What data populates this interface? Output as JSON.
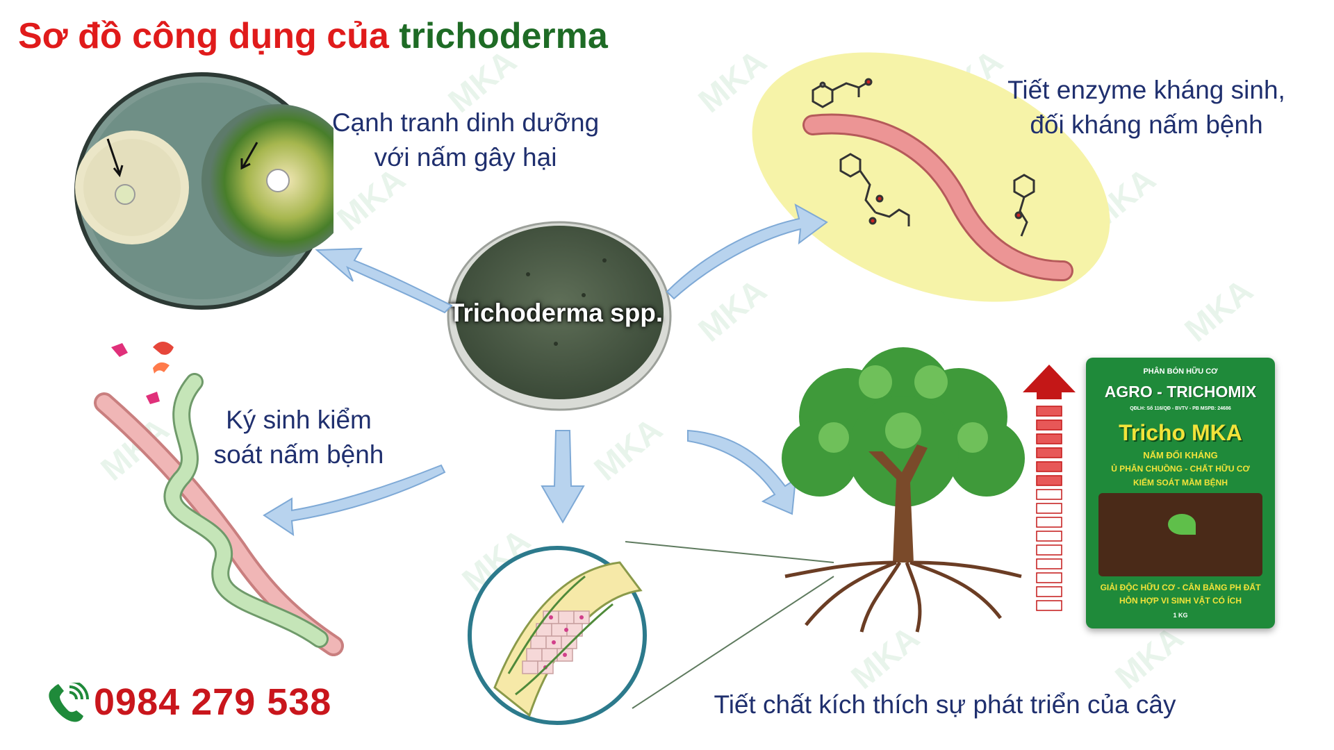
{
  "title": {
    "part1": "Sơ đồ công dụng của",
    "part2": "trichoderma",
    "color1": "#e01b1b",
    "color2": "#1e6b25"
  },
  "center": {
    "label": "Trichoderma spp."
  },
  "labels": {
    "competition": [
      "Cạnh tranh dinh dưỡng",
      "với nấm gây hại"
    ],
    "enzyme": [
      "Tiết enzyme kháng sinh,",
      "đối kháng nấm bệnh"
    ],
    "parasitism": [
      "Ký sinh kiểm",
      "soát nấm bệnh"
    ],
    "growth": "Tiết chất kích thích sự phát triển của cây"
  },
  "phone": {
    "number": "0984 279 538",
    "icon": "phone-ringing-icon",
    "color": "#c9161c"
  },
  "package": {
    "top_label": "PHÂN BÓN HỮU CƠ",
    "brand": "AGRO - TRICHOMIX",
    "reg_line": "QĐLH: Số 116/QĐ - BVTV - PB          MSPB: 24686",
    "product": "Tricho MKA",
    "line1": "NẤM ĐỐI KHÁNG",
    "line2": "Ủ PHÂN CHUỒNG - CHẤT HỮU CƠ",
    "line3": "KIỂM SOÁT MẦM BỆNH",
    "line4": "GIẢI ĐỘC HỮU CƠ - CÂN BẰNG PH ĐẤT",
    "line5": "HỖN HỢP VI SINH VẬT CÓ ÍCH",
    "weight": "1 KG"
  },
  "watermark": "MKA",
  "colors": {
    "arrow": "#b8d3ee",
    "arrow_stroke": "#7ea9d6",
    "enzyme_bg": "#f6f3a8",
    "hypha": "#e58a8a",
    "label_text": "#1f2f6e"
  }
}
